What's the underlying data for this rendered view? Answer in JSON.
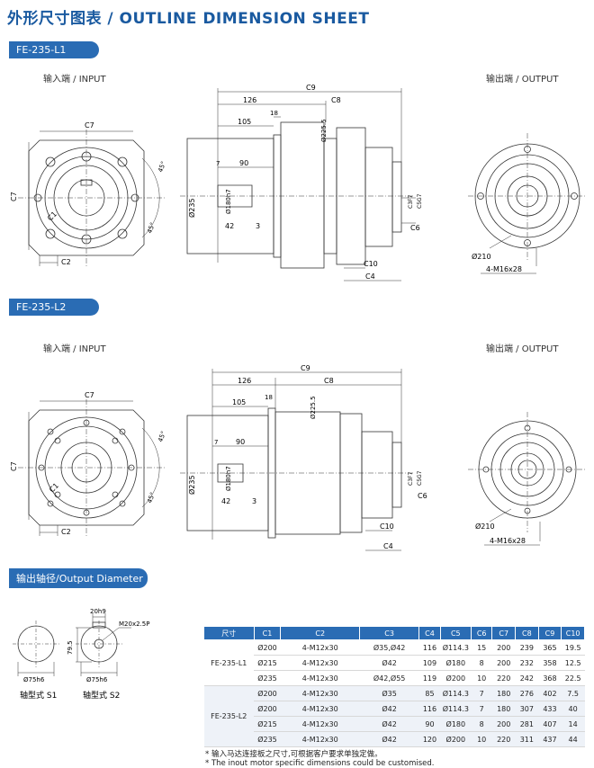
{
  "title": "外形尺寸图表 / OUTLINE DIMENSION SHEET",
  "sections": {
    "l1": {
      "tag": "FE-235-L1",
      "input_label": "输入端 / INPUT",
      "output_label": "输出端 / OUTPUT"
    },
    "l2": {
      "tag": "FE-235-L2",
      "input_label": "输入端 / INPUT",
      "output_label": "输出端 / OUTPUT"
    },
    "shaft": {
      "tag": "输出轴径/Output Diameter"
    }
  },
  "drawing_labels": {
    "c1": "C1",
    "c2": "C2",
    "c3": "C3",
    "c4": "C4",
    "c5": "C5",
    "c6": "C6",
    "c7": "C7",
    "c8": "C8",
    "c9": "C9",
    "c10": "C10",
    "d126": "126",
    "d105": "105",
    "d18": "18",
    "d7": "7",
    "d90": "90",
    "d42": "42",
    "d3": "3",
    "d235": "Ø235",
    "d180": "Ø180h7",
    "d2255": "Ø225.5",
    "d45": "45°",
    "c3f7": "C3F7",
    "c5g7": "C5G7",
    "d210": "Ø210",
    "m16": "4-M16x28"
  },
  "shaft_labels": {
    "d20": "20h9",
    "m20": "M20x2.5P",
    "d795": "79.5",
    "d75a": "Ø75h6",
    "d75b": "Ø75h6",
    "s1": "轴型式 S1",
    "s2": "轴型式 S2"
  },
  "table": {
    "headers": [
      "尺寸",
      "C1",
      "C2",
      "C3",
      "C4",
      "C5",
      "C6",
      "C7",
      "C8",
      "C9",
      "C10"
    ],
    "groups": [
      {
        "model": "FE-235-L1",
        "rows": [
          [
            "Ø200",
            "4-M12x30",
            "Ø35,Ø42",
            "116",
            "Ø114.3",
            "15",
            "200",
            "239",
            "365",
            "19.5"
          ],
          [
            "Ø215",
            "4-M12x30",
            "Ø42",
            "109",
            "Ø180",
            "8",
            "200",
            "232",
            "358",
            "12.5"
          ],
          [
            "Ø235",
            "4-M12x30",
            "Ø42,Ø55",
            "119",
            "Ø200",
            "10",
            "220",
            "242",
            "368",
            "22.5"
          ]
        ]
      },
      {
        "model": "FE-235-L2",
        "rows": [
          [
            "Ø200",
            "4-M12x30",
            "Ø35",
            "85",
            "Ø114.3",
            "7",
            "180",
            "276",
            "402",
            "7.5"
          ],
          [
            "Ø200",
            "4-M12x30",
            "Ø42",
            "116",
            "Ø114.3",
            "7",
            "180",
            "307",
            "433",
            "40"
          ],
          [
            "Ø215",
            "4-M12x30",
            "Ø42",
            "90",
            "Ø180",
            "8",
            "200",
            "281",
            "407",
            "14"
          ],
          [
            "Ø235",
            "4-M12x30",
            "Ø42",
            "120",
            "Ø200",
            "10",
            "220",
            "311",
            "437",
            "44"
          ]
        ]
      }
    ]
  },
  "notes": [
    "* 输入马达连接板之尺寸,可根据客户要求单独定做。",
    "* The inout motor  specific dimensions could be customised."
  ]
}
